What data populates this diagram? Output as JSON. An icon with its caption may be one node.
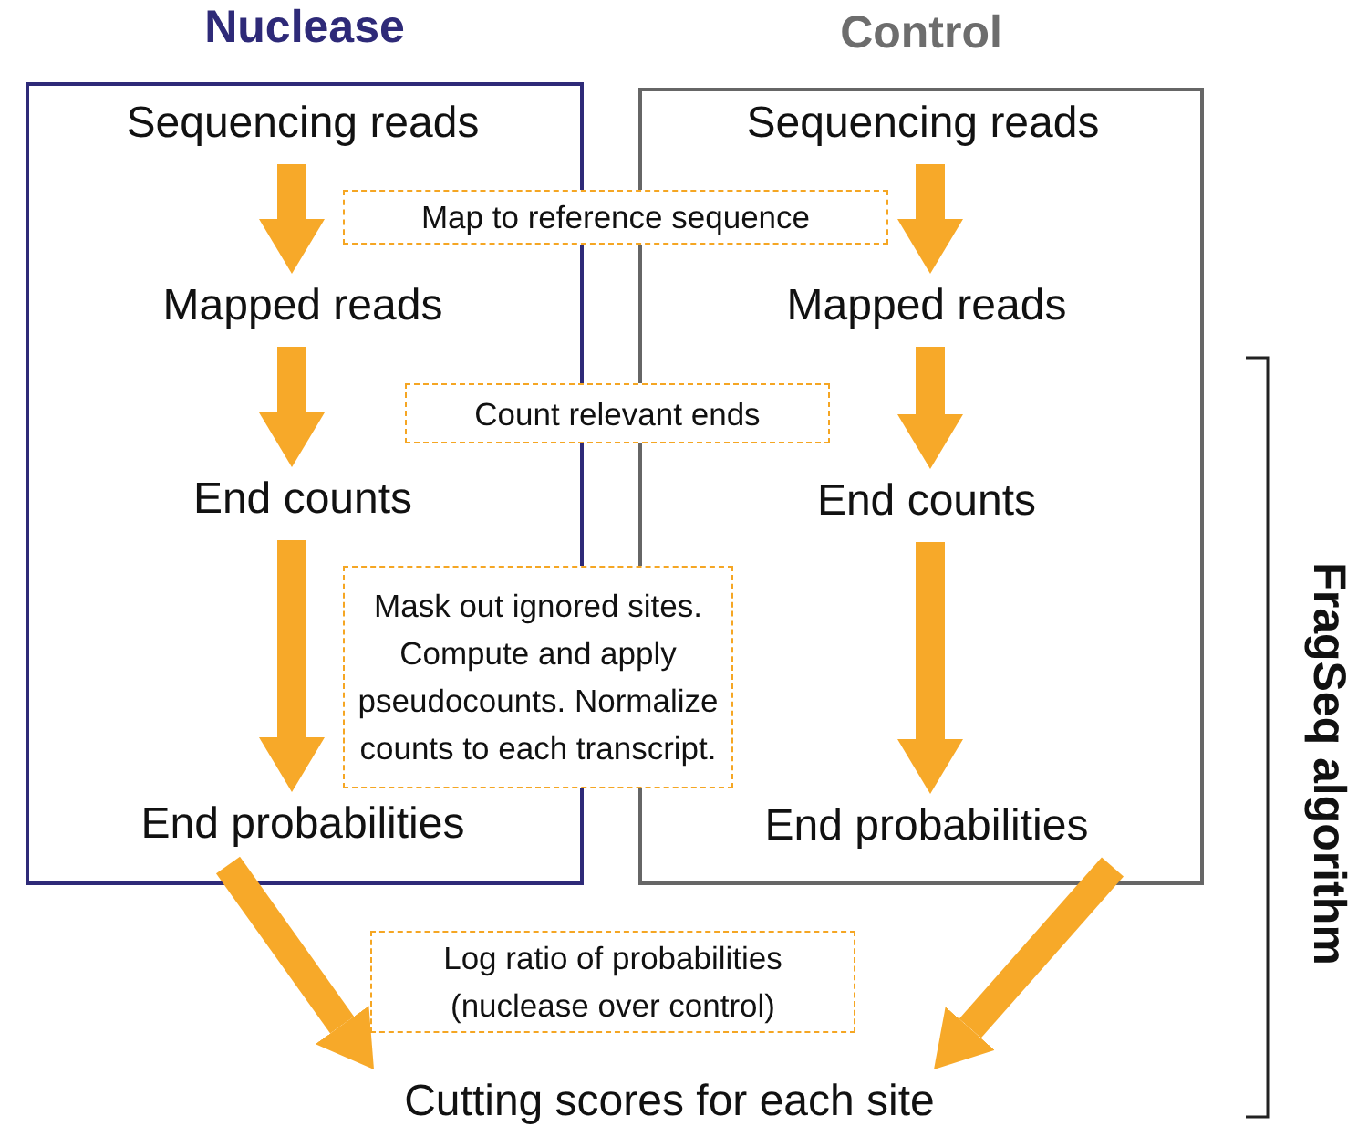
{
  "diagram": {
    "nodes": [
      {
        "text": [
          "Nuclease"
        ]
      },
      {
        "text": [
          "Sequencing reads"
        ],
        "in": 0
      },
      {
        "text": [
          "Mapped reads"
        ],
        "in": 0
      },
      {
        "text": [
          "End counts"
        ],
        "in": 0
      },
      {
        "text": [
          "End probabilities"
        ],
        "in": 0
      },
      {
        "text": [
          "Control"
        ]
      },
      {
        "text": [
          "Sequencing reads"
        ],
        "in": 5
      },
      {
        "text": [
          "Mapped reads"
        ],
        "in": 5
      },
      {
        "text": [
          "End counts"
        ],
        "in": 5
      },
      {
        "text": [
          "End probabilities"
        ],
        "in": 5
      },
      {
        "text": [
          "Cutting scores for each site"
        ]
      },
      {
        "text": [
          "Map to reference sequence"
        ]
      },
      {
        "text": [
          "Count relevant ends"
        ]
      },
      {
        "text": [
          "Mask out ignored sites. Compute and apply pseudocounts. Normalize counts to each transcript."
        ]
      },
      {
        "text": [
          "Log ratio of probabilities (nuclease over control)"
        ]
      }
    ],
    "edges": [
      {
        "from": 1,
        "to": 2,
        "arrow": "to"
      },
      {
        "from": 2,
        "to": 3,
        "arrow": "to"
      },
      {
        "from": 3,
        "to": 4,
        "arrow": "to"
      },
      {
        "from": 6,
        "to": 7,
        "arrow": "to"
      },
      {
        "from": 7,
        "to": 8,
        "arrow": "to"
      },
      {
        "from": 8,
        "to": 9,
        "arrow": "to"
      },
      {
        "from": 4,
        "to": 10,
        "arrow": "to"
      },
      {
        "from": 9,
        "to": 10,
        "arrow": "to"
      }
    ],
    "labels": [
      "FragSeq algorithm"
    ]
  }
}
